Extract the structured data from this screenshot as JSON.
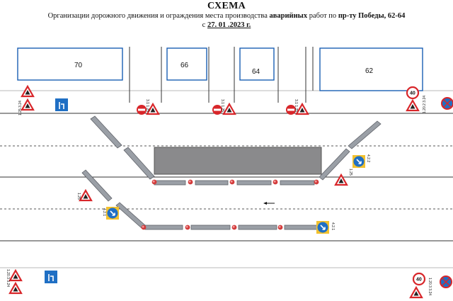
{
  "title": "СХЕМА",
  "subtitle": {
    "part1": "Организации дорожного движения  и ограждения места производства ",
    "bold1": "аварийных",
    "part2": " работ по ",
    "bold2": "пр-ту Победы, 62-64"
  },
  "date": {
    "prefix": "с ",
    "value": "27. 01 .2023 г."
  },
  "buildings": [
    {
      "id": "building-70",
      "label": "70"
    },
    {
      "id": "building-66",
      "label": "66"
    },
    {
      "id": "building-64",
      "label": "64"
    },
    {
      "id": "building-62",
      "label": "62"
    }
  ],
  "signs": {
    "left_top": "1.25 3.24",
    "pair1": "3.1 1.25",
    "pair2": "3.1 1.25",
    "pair3": "3.1 1.25",
    "right_top": "1.20.2 3.24",
    "speed_top": "40",
    "keep_right_left": "4.2.1",
    "keep_left_right": "4.2.2",
    "keep_right_center": "4.2.1",
    "roadworks_left": "1.25",
    "roadworks_right": "1.25",
    "bottom_left": "1.20.3 3.24",
    "speed_bottom": "40",
    "bottom_right": "1.20.3 3.24"
  },
  "colors": {
    "work_zone": "#8a8a8c",
    "barrier": "#9a9fa6",
    "warning_lamp": "#d33b3b",
    "sign_blue": "#1f6fc4",
    "sign_red": "#d8262a",
    "sign_yellow": "#f2c12e",
    "road_line": "#333333"
  }
}
